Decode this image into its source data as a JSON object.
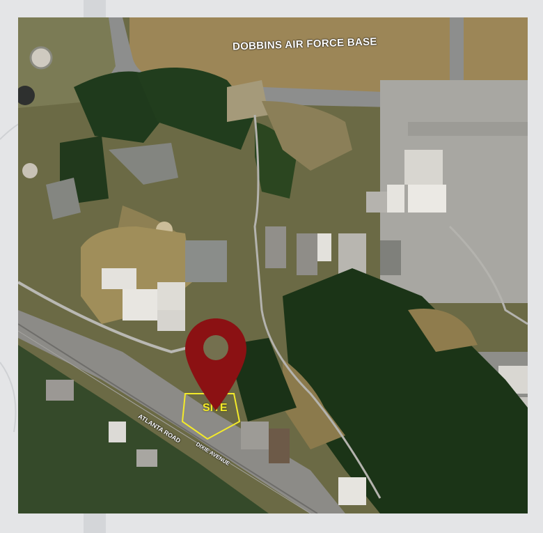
{
  "map": {
    "title": "DOBBINS AIR FORCE BASE",
    "site_label": "SITE",
    "roads": [
      {
        "name": "ATLANTA ROAD"
      },
      {
        "name": "DIXIE AVENUE"
      }
    ],
    "marker_color": "#8b1113",
    "site_outline_color": "#f3ea2a"
  },
  "icons": {
    "marker": "location-pin-icon"
  }
}
